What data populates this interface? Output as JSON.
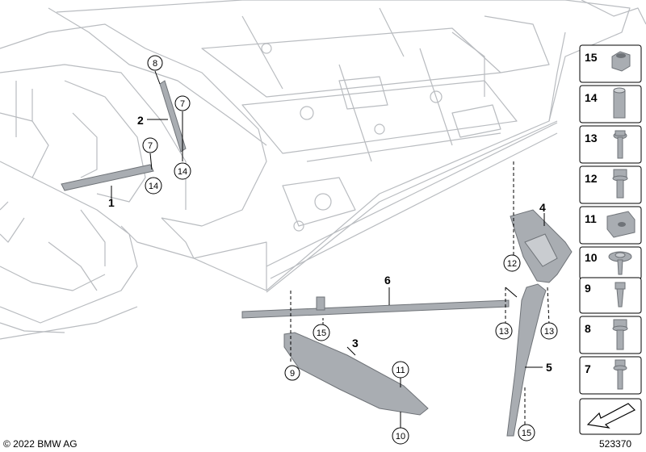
{
  "callouts": {
    "c8": "8",
    "c7a": "7",
    "c7b": "7",
    "c14a": "14",
    "c14b": "14",
    "c12": "12",
    "c15a": "15",
    "c15b": "15",
    "c13a": "13",
    "c13b": "13",
    "c9": "9",
    "c11": "11",
    "c10": "10"
  },
  "labels": {
    "l1": "1",
    "l2": "2",
    "l3": "3",
    "l4": "4",
    "l5": "5",
    "l6": "6"
  },
  "legend": [
    "15",
    "14",
    "13",
    "12",
    "11",
    "10",
    "9",
    "8",
    "7"
  ],
  "footer": {
    "copyright": "© 2022 BMW AG",
    "diagram_id": "523370"
  },
  "colors": {
    "body_line": "#b9bcc0",
    "part_fill": "#a9adb2",
    "part_stroke": "#6f7378",
    "legend_border": "#000000"
  }
}
